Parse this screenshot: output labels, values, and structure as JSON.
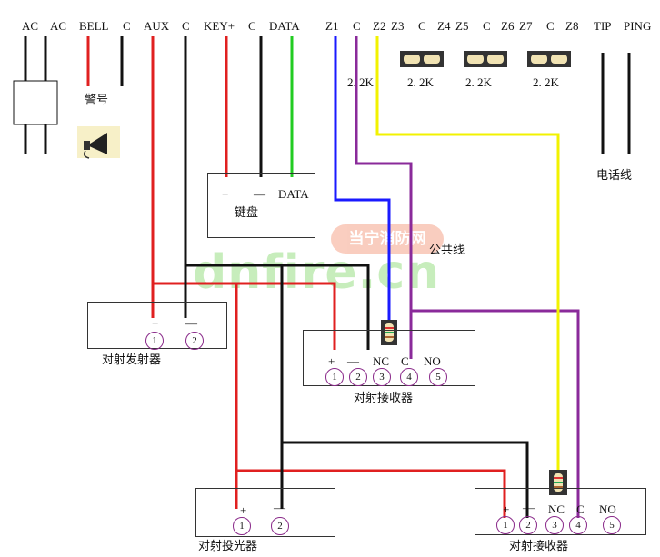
{
  "terminals": [
    "AC",
    "AC",
    "BELL",
    "C",
    "AUX",
    "C",
    "KEY+",
    "C",
    "DATA",
    "Z1",
    "C",
    "Z2",
    "Z3",
    "C",
    "Z4",
    "Z5",
    "C",
    "Z6",
    "Z7",
    "C",
    "Z8",
    "TIP",
    "PING"
  ],
  "resistor_label": "2.2K",
  "resistor_labels_all": [
    "2. 2K",
    "2. 2K",
    "2. 2K",
    "2. 2K"
  ],
  "alarm_label": "警号",
  "keypad": {
    "plus": "+",
    "minus": "—",
    "data": "DATA",
    "title": "键盘"
  },
  "phone_line": "电话线",
  "common_line": "公共线",
  "transmitter1": {
    "plus": "+",
    "minus": "—",
    "n1": "1",
    "n2": "2",
    "title": "对射发射器"
  },
  "receiver1": {
    "plus": "+",
    "minus": "—",
    "nc": "NC",
    "c": "C",
    "no": "NO",
    "n1": "1",
    "n2": "2",
    "n3": "3",
    "n4": "4",
    "n5": "5",
    "title": "对射接收器"
  },
  "transmitter2": {
    "plus": "+",
    "minus": "—",
    "n1": "1",
    "n2": "2",
    "title": "对射投光器"
  },
  "receiver2": {
    "plus": "+",
    "minus": "—",
    "nc": "NC",
    "c": "C",
    "no": "NO",
    "n1": "1",
    "n2": "2",
    "n3": "3",
    "n4": "4",
    "n5": "5",
    "title": "对射接收器"
  },
  "watermark": {
    "cn": "当宁消防网",
    "en": "dnfire.cn"
  },
  "colors": {
    "red": "#e02020",
    "black": "#111111",
    "green": "#22cc22",
    "blue": "#1a1aff",
    "purple": "#8a2a9a",
    "yellow": "#f2f200"
  }
}
